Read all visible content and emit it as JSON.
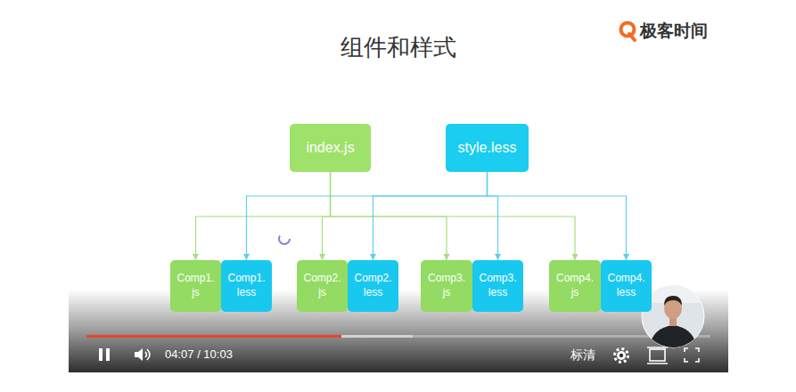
{
  "diagram": {
    "title": "组件和样式",
    "nodes": [
      {
        "text": [
          "index.js"
        ]
      },
      {
        "text": [
          "style.less"
        ]
      },
      {
        "text": [
          "Comp1. js"
        ]
      },
      {
        "text": [
          "Comp1. less"
        ]
      },
      {
        "text": [
          "Comp2. js"
        ]
      },
      {
        "text": [
          "Comp2. less"
        ]
      },
      {
        "text": [
          "Comp3. js"
        ]
      },
      {
        "text": [
          "Comp3. less"
        ]
      },
      {
        "text": [
          "Comp4. js"
        ]
      },
      {
        "text": [
          "Comp4. less"
        ]
      }
    ],
    "edges": [
      {
        "from": 0,
        "to": 2,
        "arrow": "to"
      },
      {
        "from": 0,
        "to": 4,
        "arrow": "to"
      },
      {
        "from": 0,
        "to": 6,
        "arrow": "to"
      },
      {
        "from": 0,
        "to": 8,
        "arrow": "to"
      },
      {
        "from": 1,
        "to": 3,
        "arrow": "to"
      },
      {
        "from": 1,
        "to": 5,
        "arrow": "to"
      },
      {
        "from": 1,
        "to": 7,
        "arrow": "to"
      },
      {
        "from": 1,
        "to": 9,
        "arrow": "to"
      }
    ],
    "labels": [
      "极客时间",
      "04:07 / 10:03",
      "标清"
    ]
  }
}
